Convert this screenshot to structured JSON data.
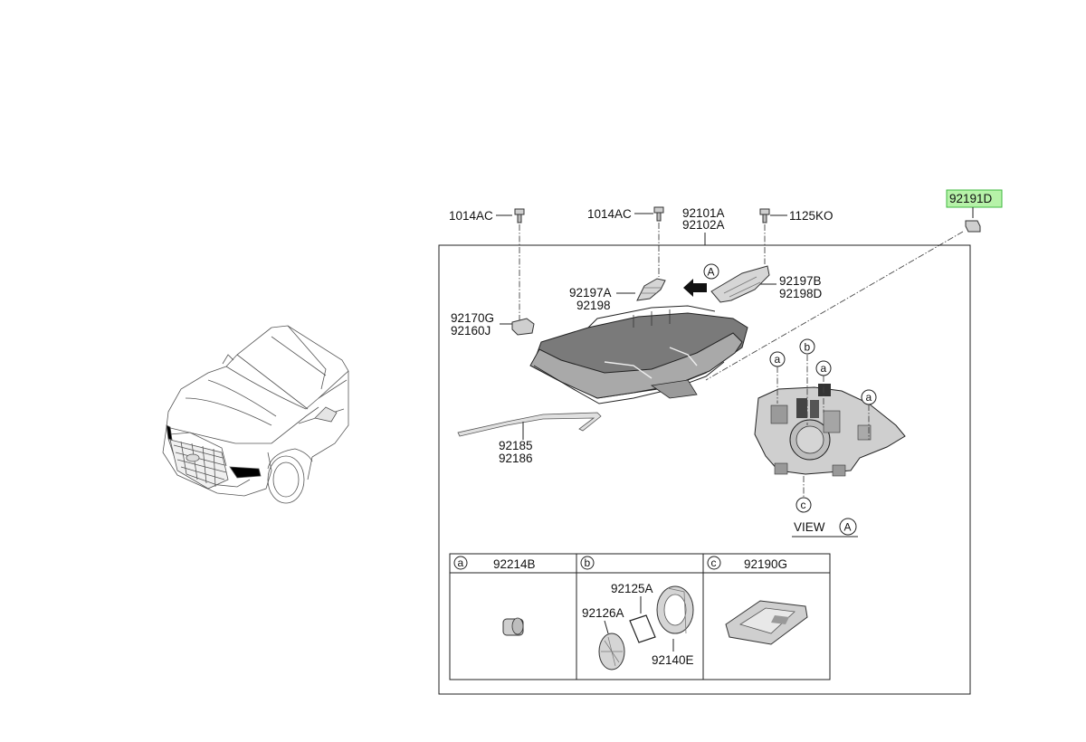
{
  "view_label": "VIEW",
  "view_marker": "A",
  "callout_a": "A",
  "parts": {
    "bolt_left": "1014AC",
    "bolt_mid": "1014AC",
    "screw_right": "1125KO",
    "headlamp_lh": "92101A",
    "headlamp_rh": "92102A",
    "highlight_part": "92191D",
    "bracket_left_1": "92197A",
    "bracket_left_2": "92198",
    "bracket_right_1": "92197B",
    "bracket_right_2": "92198D",
    "module_1": "92170G",
    "module_2": "92160J",
    "garnish_1": "92185",
    "garnish_2": "92186"
  },
  "view_markers": {
    "a1": "a",
    "b": "b",
    "a2": "a",
    "a3": "a",
    "c": "c"
  },
  "table": {
    "cells": [
      {
        "marker": "a",
        "part": "92214B"
      },
      {
        "marker": "b",
        "part": ""
      },
      {
        "marker": "c",
        "part": "92190G"
      }
    ],
    "cell_b_parts": {
      "part_1": "92125A",
      "part_2": "92126A",
      "part_3": "92140E"
    }
  },
  "colors": {
    "highlight_fill": "#b6f2a8",
    "highlight_stroke": "#3fb83f",
    "line": "#222222",
    "part_fill": "#d9d9d9"
  }
}
